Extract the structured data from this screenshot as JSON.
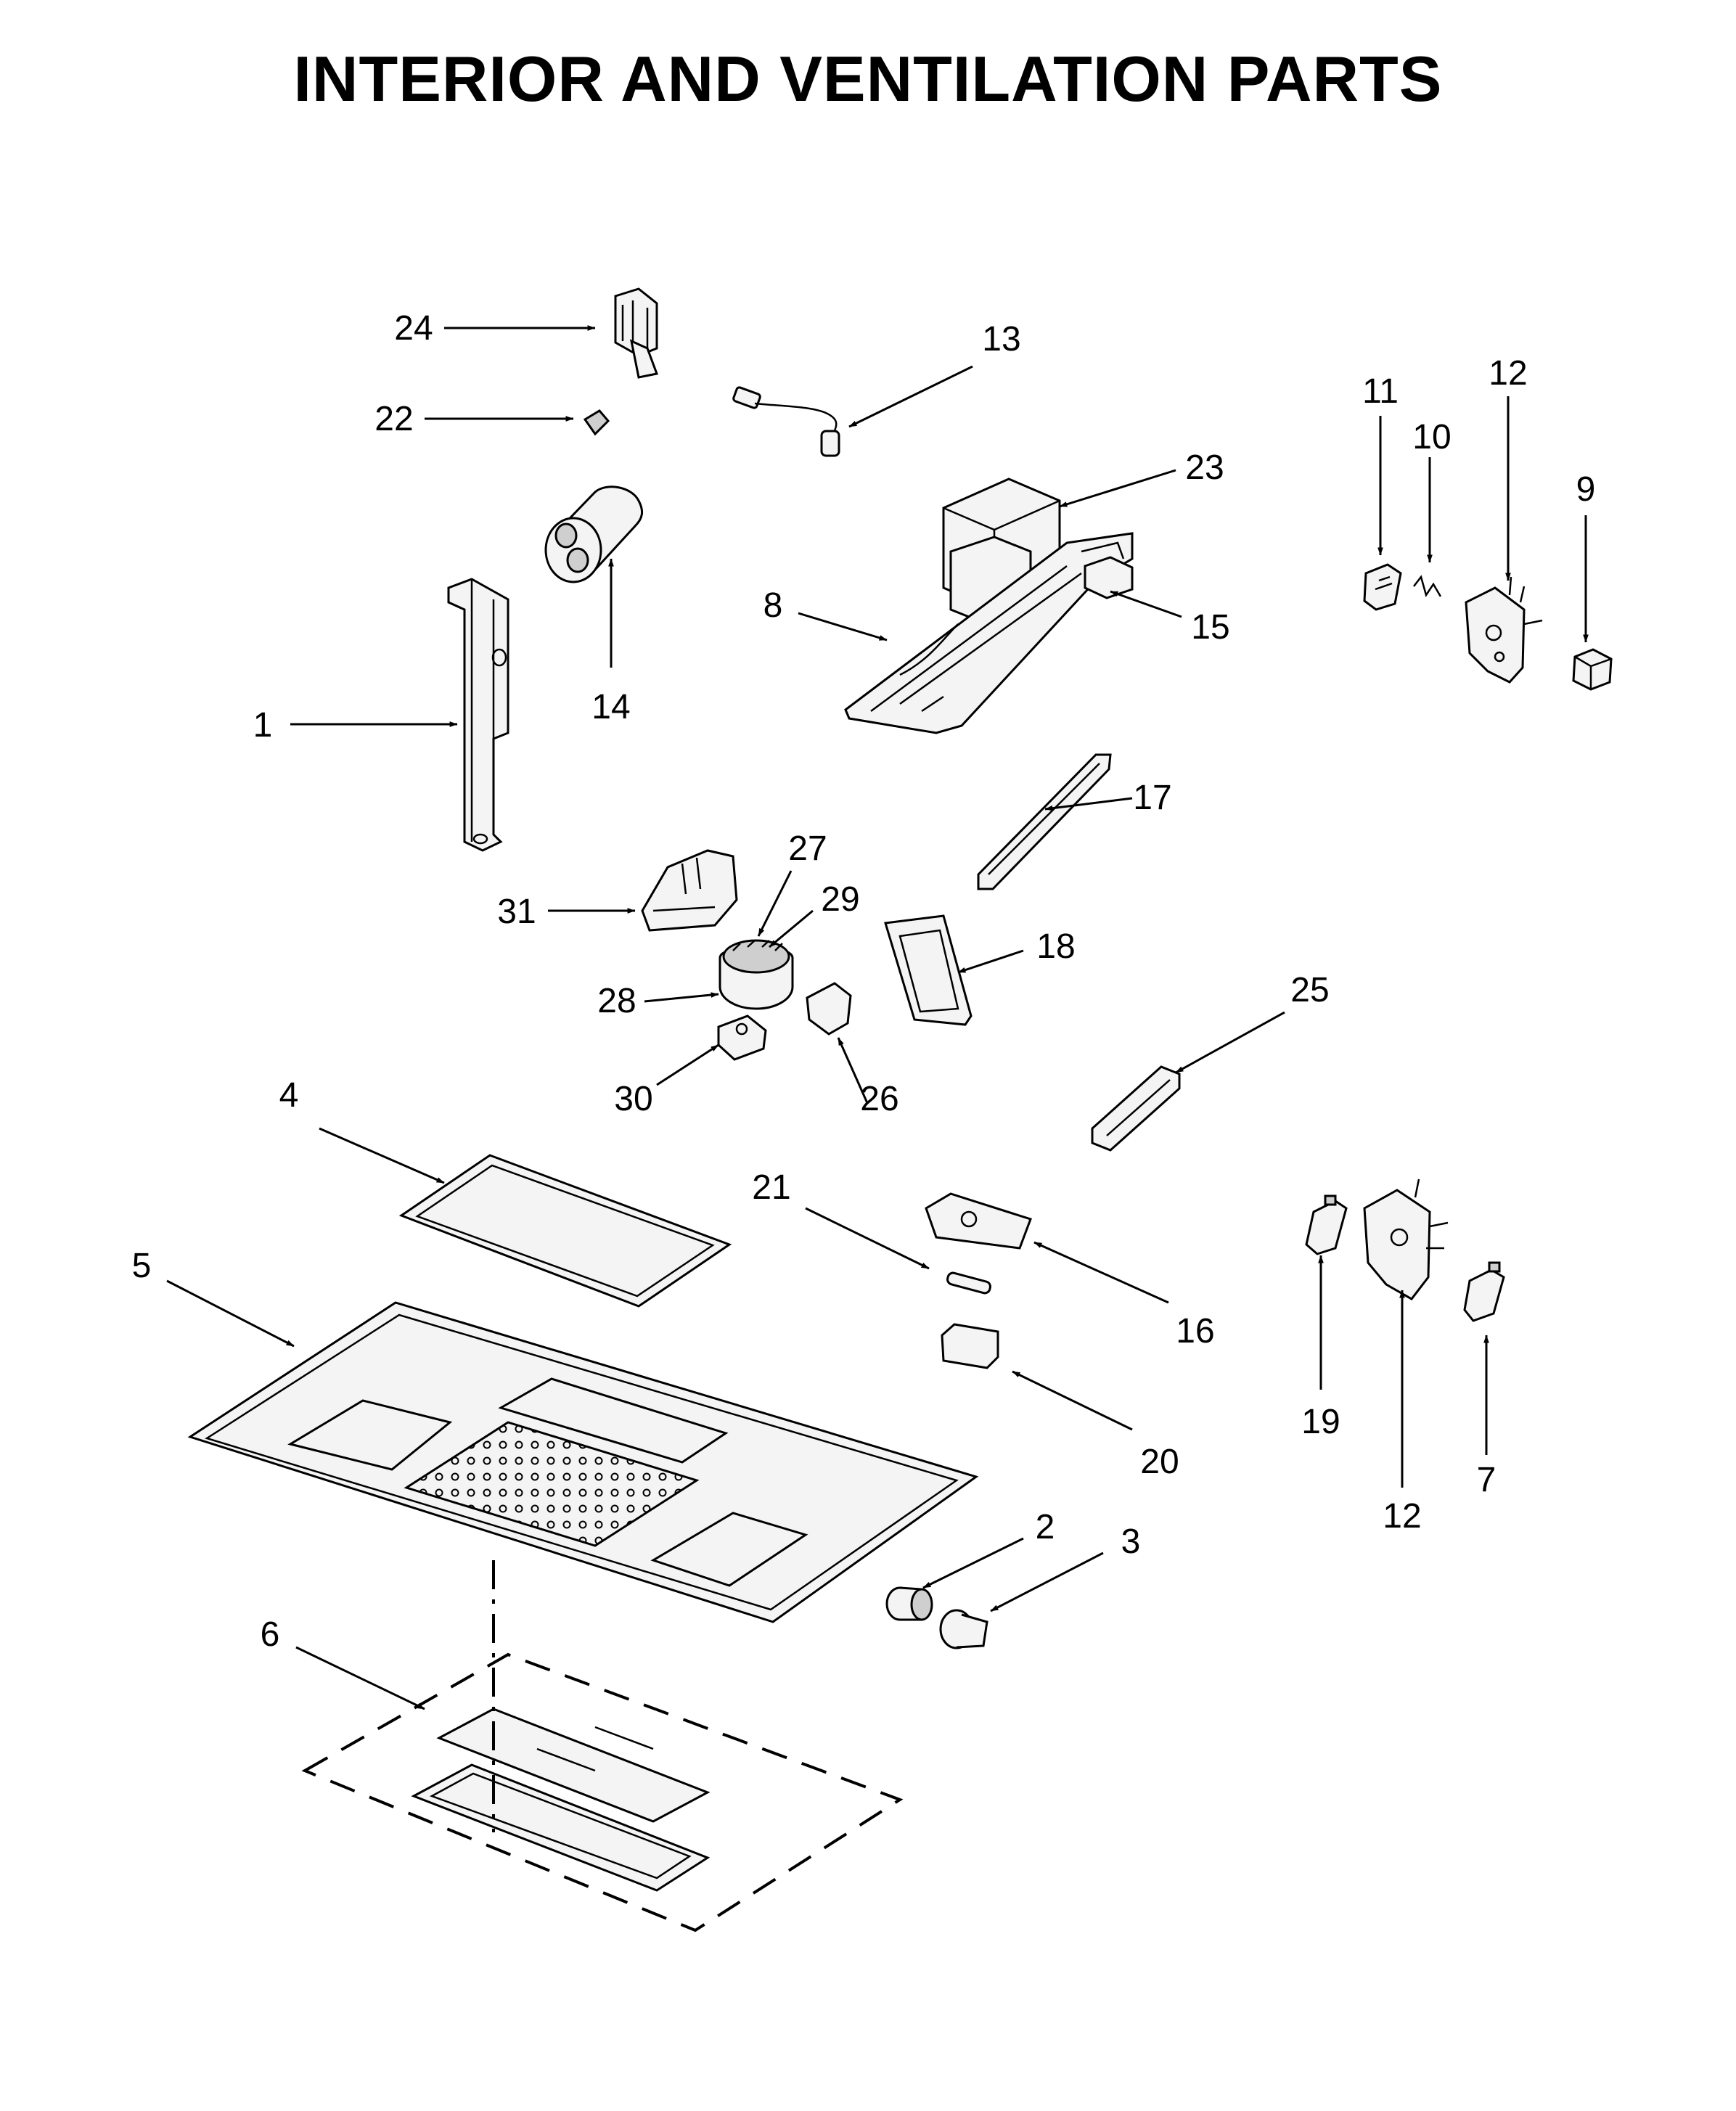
{
  "title": "INTERIOR AND VENTILATION PARTS",
  "callouts": [
    {
      "id": "24",
      "label": "24"
    },
    {
      "id": "22",
      "label": "22"
    },
    {
      "id": "13",
      "label": "13"
    },
    {
      "id": "23",
      "label": "23"
    },
    {
      "id": "14",
      "label": "14"
    },
    {
      "id": "8",
      "label": "8"
    },
    {
      "id": "15",
      "label": "15"
    },
    {
      "id": "1",
      "label": "1"
    },
    {
      "id": "11",
      "label": "11"
    },
    {
      "id": "10",
      "label": "10"
    },
    {
      "id": "12a",
      "label": "12"
    },
    {
      "id": "9",
      "label": "9"
    },
    {
      "id": "17",
      "label": "17"
    },
    {
      "id": "27",
      "label": "27"
    },
    {
      "id": "29",
      "label": "29"
    },
    {
      "id": "31",
      "label": "31"
    },
    {
      "id": "18",
      "label": "18"
    },
    {
      "id": "28",
      "label": "28"
    },
    {
      "id": "30",
      "label": "30"
    },
    {
      "id": "26",
      "label": "26"
    },
    {
      "id": "25",
      "label": "25"
    },
    {
      "id": "4",
      "label": "4"
    },
    {
      "id": "21",
      "label": "21"
    },
    {
      "id": "16",
      "label": "16"
    },
    {
      "id": "5",
      "label": "5"
    },
    {
      "id": "20",
      "label": "20"
    },
    {
      "id": "19",
      "label": "19"
    },
    {
      "id": "12b",
      "label": "12"
    },
    {
      "id": "7",
      "label": "7"
    },
    {
      "id": "2",
      "label": "2"
    },
    {
      "id": "3",
      "label": "3"
    },
    {
      "id": "6",
      "label": "6"
    }
  ]
}
